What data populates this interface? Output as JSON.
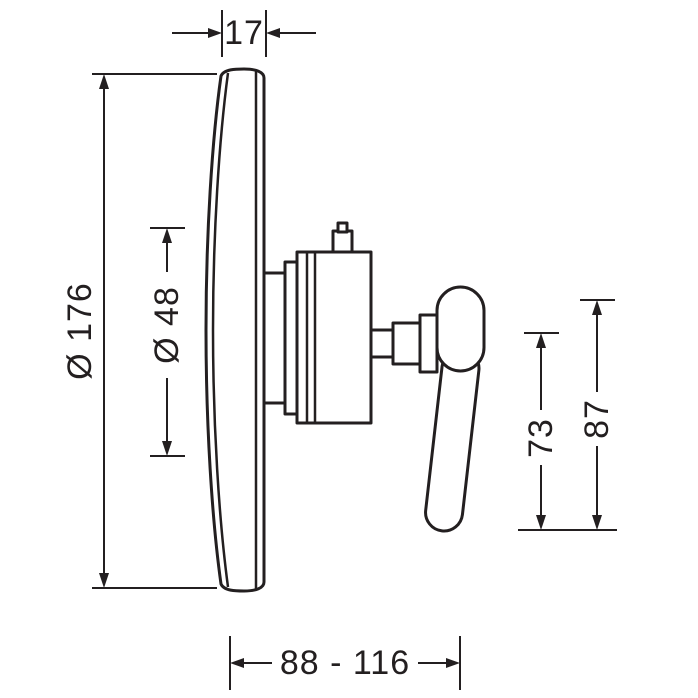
{
  "dimensions": {
    "depth_top": "17",
    "plate_diameter": "Ø 176",
    "hub_diameter": "Ø 48",
    "lever_length": "73",
    "handle_height": "87",
    "installation_depth_range": "88 - 116"
  },
  "colors": {
    "line": "#231f20",
    "background": "#ffffff"
  }
}
